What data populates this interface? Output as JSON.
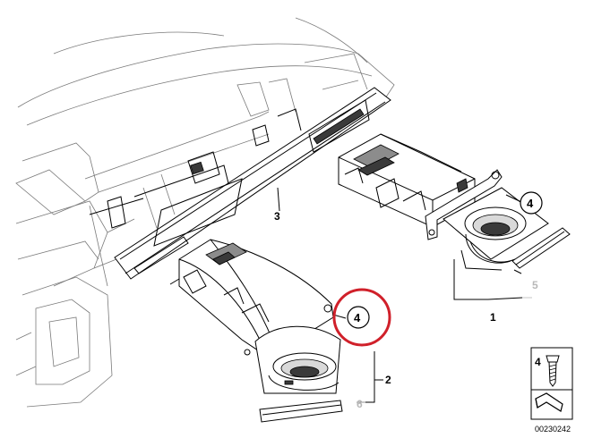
{
  "callouts": {
    "label_1": "1",
    "label_2": "2",
    "label_3": "3",
    "label_4_right": "4",
    "label_4_left": "4",
    "label_5": "5",
    "label_6": "6"
  },
  "legend": {
    "part_number": "4"
  },
  "document_number": "00230242",
  "colors": {
    "highlight_circle": "#d0202a",
    "line": "#000000",
    "ghost_label": "#b8b8b8"
  }
}
